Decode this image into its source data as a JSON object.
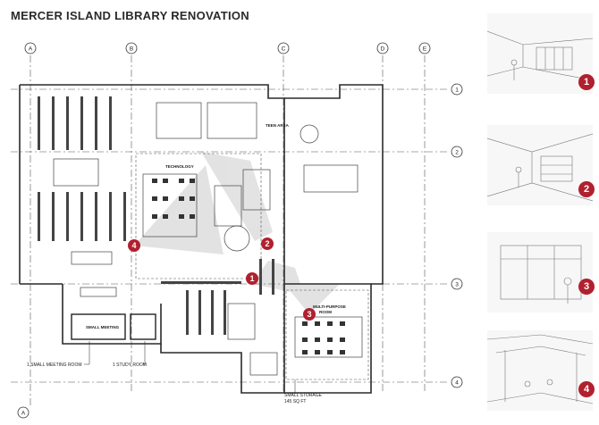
{
  "title": "MERCER ISLAND LIBRARY RENOVATION",
  "grid": {
    "columns": [
      "A",
      "B",
      "C",
      "D",
      "E"
    ],
    "rows": [
      "1",
      "2",
      "3",
      "4"
    ],
    "bottom_column": "A"
  },
  "rooms": {
    "technology": "TECHNOLOGY",
    "teen_area": "TEEN AREA",
    "multipurpose_line1": "MULTI-PURPOSE",
    "multipurpose_line2": "ROOM",
    "small_meeting": "SMALL MEETING",
    "storage_line1": "SMALL STORAGE",
    "storage_line2": "145 SQ FT"
  },
  "callouts": {
    "meeting_room": "1 SMALL MEETING ROOM",
    "study_room": "1 STUDY ROOM"
  },
  "view_markers": [
    "1",
    "2",
    "3",
    "4"
  ],
  "colors": {
    "accent": "#b0202e",
    "line": "#3a3a3a",
    "cone": "#d9d9d9"
  }
}
